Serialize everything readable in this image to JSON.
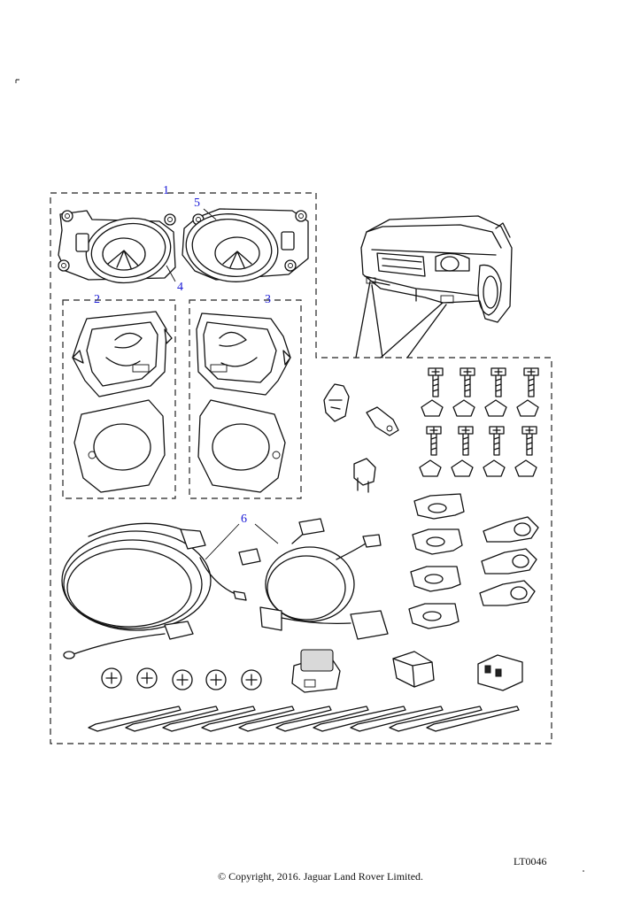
{
  "diagram": {
    "callouts": [
      "1",
      "2",
      "3",
      "4",
      "5",
      "6"
    ],
    "reference_code": "LT0046",
    "copyright": "© Copyright, 2016. Jaguar Land Rover Limited."
  },
  "colors": {
    "callout": "#1a1ad6",
    "line": "#111111",
    "background": "#ffffff"
  }
}
